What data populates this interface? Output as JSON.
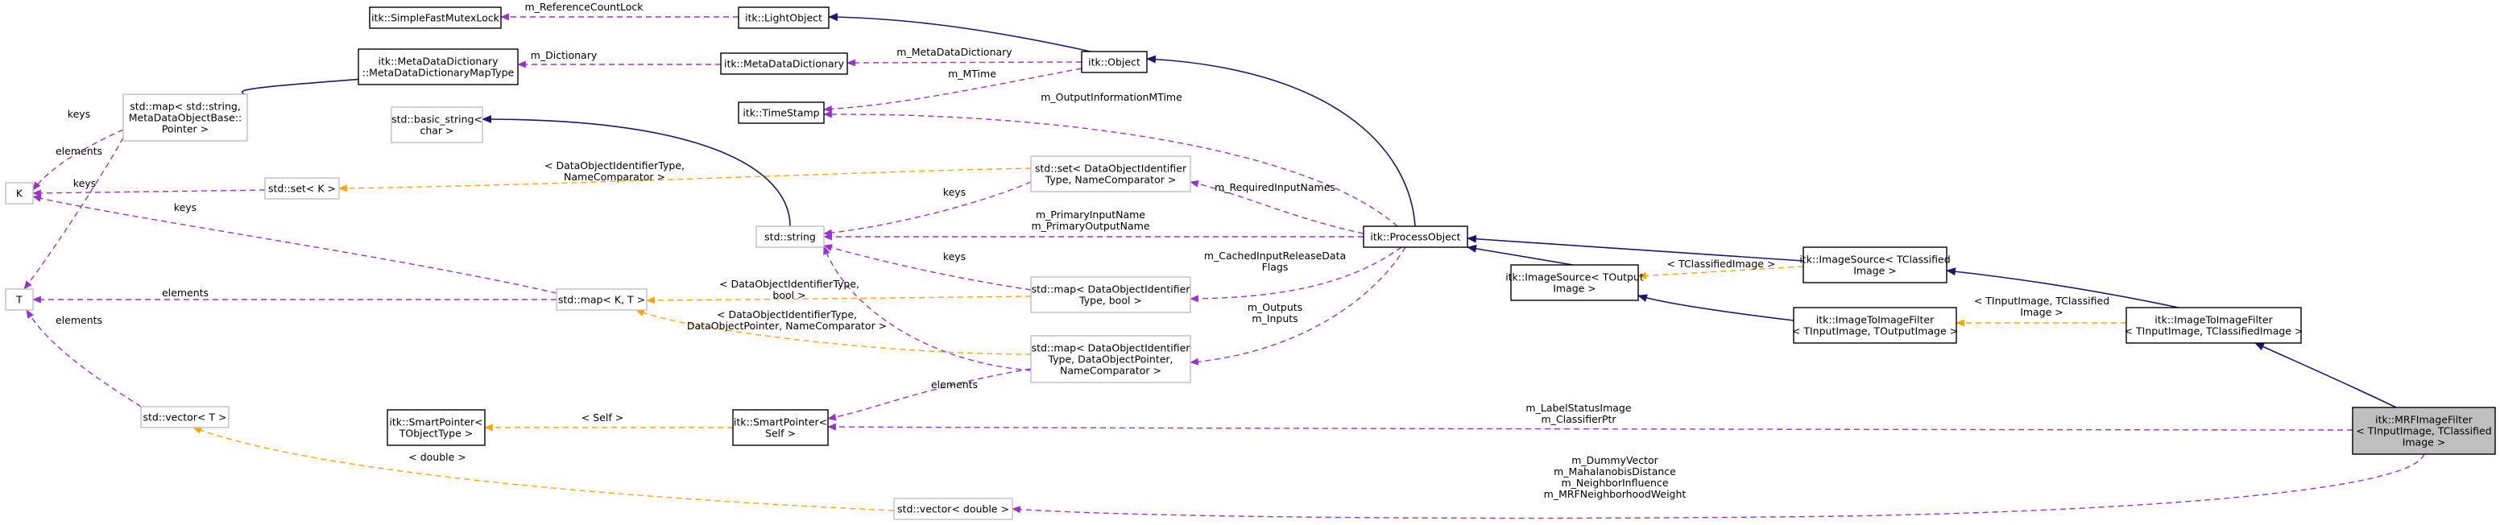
{
  "nodes": {
    "simple_fast_mutex_lock": [
      "itk::SimpleFastMutexLock"
    ],
    "light_object": [
      "itk::LightObject"
    ],
    "object": [
      "itk::Object"
    ],
    "meta_data_dictionary_map_type": [
      "itk::MetaDataDictionary",
      "::MetaDataDictionaryMapType"
    ],
    "meta_data_dictionary": [
      "itk::MetaDataDictionary"
    ],
    "time_stamp": [
      "itk::TimeStamp"
    ],
    "map_string_metadata": [
      "std::map< std::string,",
      "MetaDataObjectBase::",
      "Pointer >"
    ],
    "basic_string": [
      "std::basic_string<",
      "char >"
    ],
    "k": [
      "K"
    ],
    "set_k": [
      "std::set< K >"
    ],
    "set_dataobject": [
      "std::set< DataObjectIdentifier",
      "Type, NameComparator >"
    ],
    "string": [
      "std::string"
    ],
    "process_object": [
      "itk::ProcessObject"
    ],
    "t": [
      "T"
    ],
    "map_kt": [
      "std::map< K, T >"
    ],
    "map_dataobject_bool": [
      "std::map< DataObjectIdentifier",
      "Type, bool >"
    ],
    "image_source_output": [
      "itk::ImageSource< TOutput",
      "Image >"
    ],
    "image_source_classified": [
      "itk::ImageSource< TClassified",
      "Image >"
    ],
    "image_to_image_filter_output": [
      "itk::ImageToImageFilter",
      "< TInputImage, TOutputImage >"
    ],
    "image_to_image_filter_classified": [
      "itk::ImageToImageFilter",
      "< TInputImage, TClassifiedImage >"
    ],
    "map_dataobject_pointer": [
      "std::map< DataObjectIdentifier",
      "Type, DataObjectPointer,",
      "NameComparator >"
    ],
    "vector_t": [
      "std::vector< T >"
    ],
    "smart_pointer_tobject": [
      "itk::SmartPointer<",
      "TObjectType >"
    ],
    "smart_pointer_self": [
      "itk::SmartPointer<",
      "Self >"
    ],
    "mrf_image_filter": [
      "itk::MRFImageFilter",
      "< TInputImage, TClassified",
      "Image >"
    ],
    "vector_double": [
      "std::vector< double >"
    ]
  },
  "edge_labels": {
    "reference_count_lock": [
      "m_ReferenceCountLock"
    ],
    "dictionary": [
      "m_Dictionary"
    ],
    "meta_data_dictionary": [
      "m_MetaDataDictionary"
    ],
    "mtime": [
      "m_MTime"
    ],
    "output_information_mtime": [
      "m_OutputInformationMTime"
    ],
    "keys_map_string": [
      "keys"
    ],
    "elements_map_string": [
      "elements"
    ],
    "set_template": [
      "< DataObjectIdentifierType,",
      "NameComparator >"
    ],
    "keys_set_k": [
      "keys"
    ],
    "keys_set_dataobject": [
      "keys"
    ],
    "required_input_names": [
      "m_RequiredInputNames"
    ],
    "keys_map_kt": [
      "keys"
    ],
    "primary_names": [
      "m_PrimaryInputName",
      "m_PrimaryOutputName"
    ],
    "keys_map_bool": [
      "keys"
    ],
    "cached_input_release": [
      "m_CachedInputReleaseData",
      "Flags"
    ],
    "tclassified_image": [
      "< TClassifiedImage >"
    ],
    "elements_map_kt": [
      "elements"
    ],
    "map_bool_template": [
      "< DataObjectIdentifierType,",
      "bool >"
    ],
    "tinput_tclassified": [
      "< TInputImage, TClassified",
      "Image >"
    ],
    "outputs_inputs": [
      "m_Outputs",
      "m_Inputs"
    ],
    "elements_vector_t": [
      "elements"
    ],
    "map_pointer_template": [
      "< DataObjectIdentifierType,",
      "DataObjectPointer, NameComparator >"
    ],
    "elements_map_pointer": [
      "elements"
    ],
    "self_template": [
      "< Self >"
    ],
    "label_status_classifier": [
      "m_LabelStatusImage",
      "m_ClassifierPtr"
    ],
    "double_template": [
      "< double >"
    ],
    "vector_double_members": [
      "m_DummyVector",
      "m_MahalanobisDistance",
      "m_NeighborInfluence",
      "m_MRFNeighborhoodWeight"
    ]
  },
  "colors": {
    "inheritance": "#191970",
    "member": "#9a32cd",
    "template": "#ffa500",
    "focus_fill": "#bfbfbf"
  }
}
